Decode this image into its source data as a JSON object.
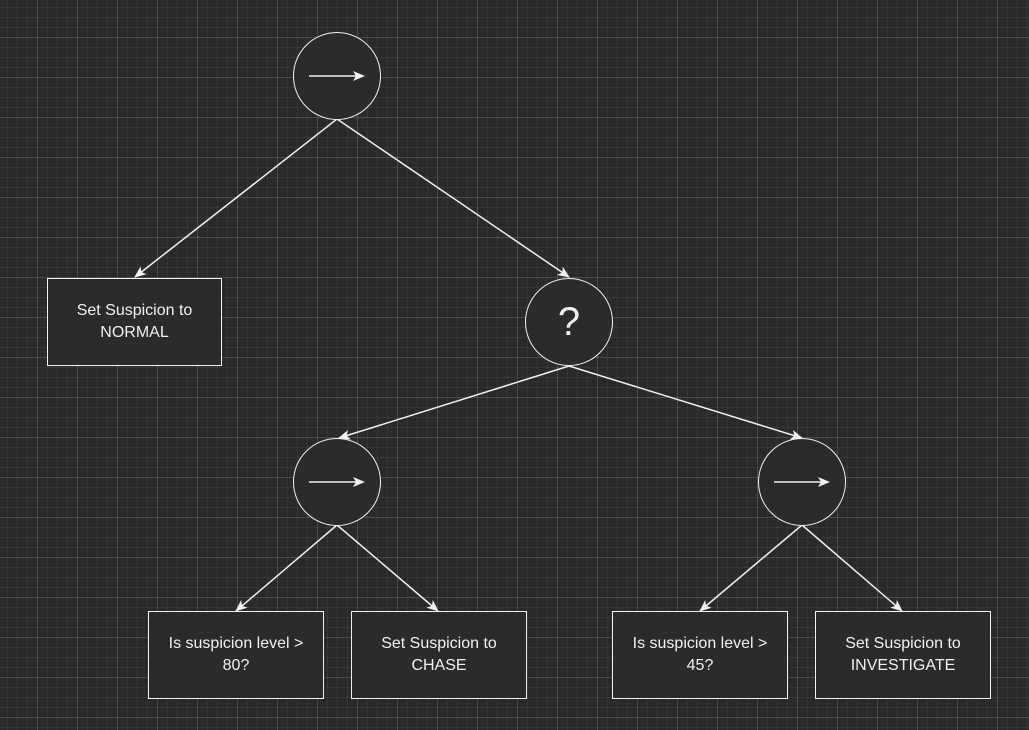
{
  "diagram": {
    "root_sequence": {
      "type": "sequence",
      "icon": "right-arrow-icon"
    },
    "selector": {
      "type": "selector",
      "symbol": "?"
    },
    "sequence_chase": {
      "type": "sequence",
      "icon": "right-arrow-icon"
    },
    "sequence_investigate": {
      "type": "sequence",
      "icon": "right-arrow-icon"
    },
    "set_normal": {
      "line1": "Set Suspicion to",
      "line2": "NORMAL"
    },
    "check_80": {
      "line1": "Is suspicion level >",
      "line2": "80?"
    },
    "set_chase": {
      "line1": "Set Suspicion to",
      "line2": "CHASE"
    },
    "check_45": {
      "line1": "Is suspicion level >",
      "line2": "45?"
    },
    "set_investigate": {
      "line1": "Set Suspicion to",
      "line2": "INVESTIGATE"
    },
    "colors": {
      "background": "#2a2a2a",
      "stroke": "#f0f0f0",
      "node_fill": "#2b2b2b"
    }
  }
}
